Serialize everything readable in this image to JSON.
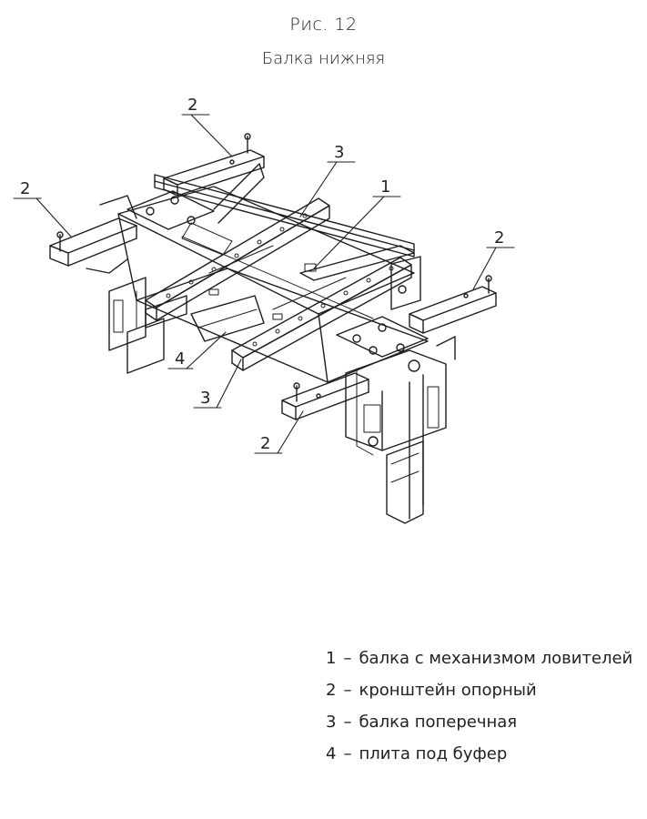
{
  "figure": {
    "number": "Рис. 12",
    "title": "Балка нижняя"
  },
  "callouts": [
    {
      "id": "callout-2-top",
      "text": "2"
    },
    {
      "id": "callout-2-left",
      "text": "2"
    },
    {
      "id": "callout-3-top",
      "text": "3"
    },
    {
      "id": "callout-1",
      "text": "1"
    },
    {
      "id": "callout-2-right",
      "text": "2"
    },
    {
      "id": "callout-4",
      "text": "4"
    },
    {
      "id": "callout-3-bottom",
      "text": "3"
    },
    {
      "id": "callout-2-bottom",
      "text": "2"
    }
  ],
  "legend": [
    {
      "num": "1",
      "dash": "–",
      "text": "балка с механизмом ловителей"
    },
    {
      "num": "2",
      "dash": "–",
      "text": "кронштейн опорный"
    },
    {
      "num": "3",
      "dash": "–",
      "text": "балка поперечная"
    },
    {
      "num": "4",
      "dash": "–",
      "text": "плита под буфер"
    }
  ]
}
